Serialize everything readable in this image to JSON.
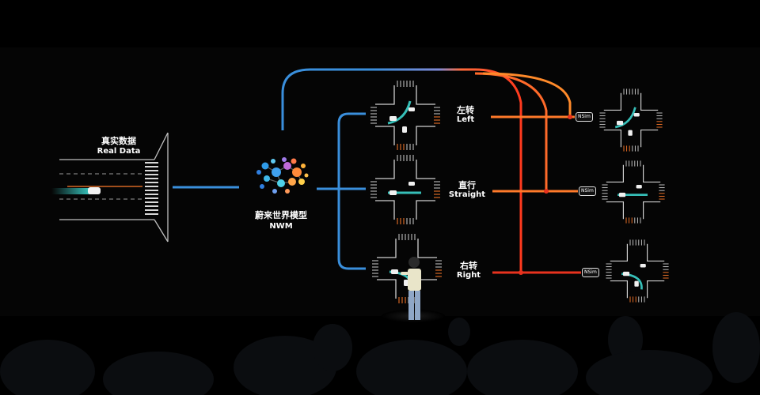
{
  "real_data": {
    "zh": "真实数据",
    "en": "Real Data"
  },
  "model": {
    "zh": "蔚来世界模型",
    "en": "NWM"
  },
  "branches": [
    {
      "zh": "左转",
      "en": "Left"
    },
    {
      "zh": "直行",
      "en": "Straight"
    },
    {
      "zh": "右转",
      "en": "Right"
    }
  ],
  "sim_tag": "NSim",
  "colors": {
    "background": "#000000",
    "blue": "#3a8fdc",
    "orange": "#ff7a2a",
    "red": "#e8321e",
    "cyan": "#3fe0d8"
  }
}
